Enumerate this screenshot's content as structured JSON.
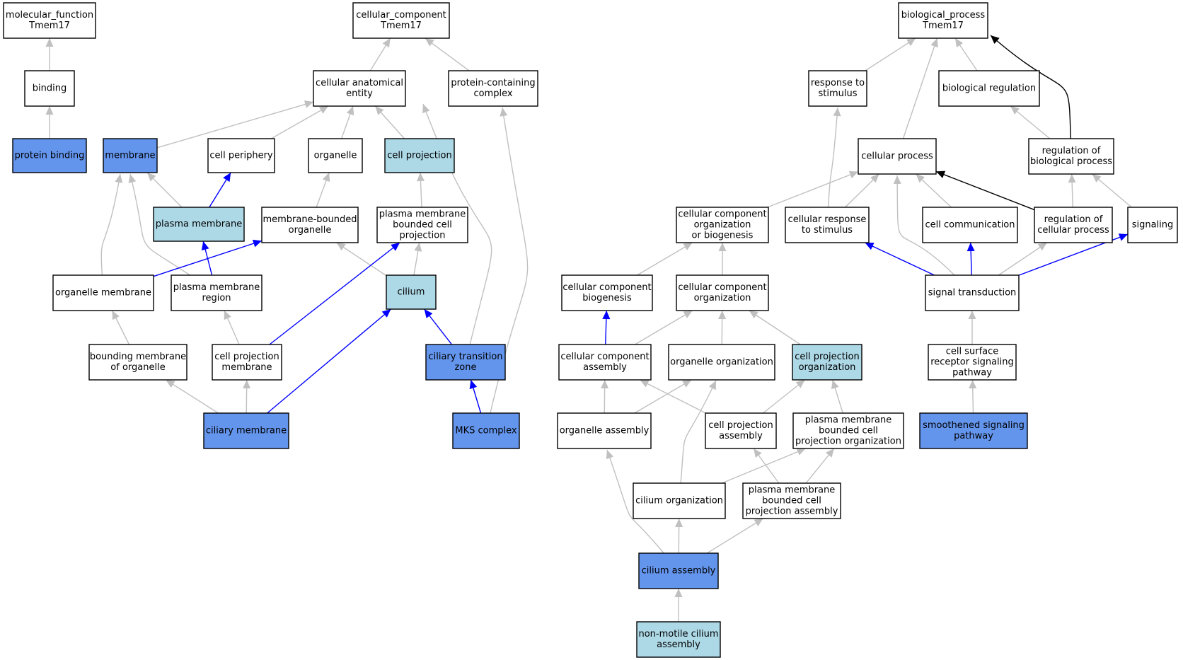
{
  "colors": {
    "plain": "#ffffff",
    "light": "#add8e6",
    "blue": "#6495ed",
    "edge_gray": "#c0c0c0",
    "edge_blue": "#0000ff",
    "edge_black": "#000000"
  },
  "nodes": [
    {
      "id": "mf",
      "lines": [
        "molecular_function",
        "Tmem17"
      ],
      "fill": "plain"
    },
    {
      "id": "binding",
      "lines": [
        "binding"
      ],
      "fill": "plain"
    },
    {
      "id": "protein_binding",
      "lines": [
        "protein binding"
      ],
      "fill": "blue"
    },
    {
      "id": "cc",
      "lines": [
        "cellular_component",
        "Tmem17"
      ],
      "fill": "plain"
    },
    {
      "id": "cae",
      "lines": [
        "cellular anatomical",
        "entity"
      ],
      "fill": "plain"
    },
    {
      "id": "pcc",
      "lines": [
        "protein-containing",
        "complex"
      ],
      "fill": "plain"
    },
    {
      "id": "membrane",
      "lines": [
        "membrane"
      ],
      "fill": "blue"
    },
    {
      "id": "cell_periphery",
      "lines": [
        "cell periphery"
      ],
      "fill": "plain"
    },
    {
      "id": "organelle",
      "lines": [
        "organelle"
      ],
      "fill": "plain"
    },
    {
      "id": "cell_projection",
      "lines": [
        "cell projection"
      ],
      "fill": "light"
    },
    {
      "id": "plasma_membrane",
      "lines": [
        "plasma membrane"
      ],
      "fill": "light"
    },
    {
      "id": "mbo",
      "lines": [
        "membrane-bounded",
        "organelle"
      ],
      "fill": "plain"
    },
    {
      "id": "pmbcp",
      "lines": [
        "plasma membrane",
        "bounded cell",
        "projection"
      ],
      "fill": "plain"
    },
    {
      "id": "organelle_membrane",
      "lines": [
        "organelle membrane"
      ],
      "fill": "plain"
    },
    {
      "id": "pm_region",
      "lines": [
        "plasma membrane",
        "region"
      ],
      "fill": "plain"
    },
    {
      "id": "cilium",
      "lines": [
        "cilium"
      ],
      "fill": "light"
    },
    {
      "id": "bounding_membrane",
      "lines": [
        "bounding membrane",
        "of organelle"
      ],
      "fill": "plain"
    },
    {
      "id": "cp_membrane",
      "lines": [
        "cell projection",
        "membrane"
      ],
      "fill": "plain"
    },
    {
      "id": "ctz",
      "lines": [
        "ciliary transition",
        "zone"
      ],
      "fill": "blue"
    },
    {
      "id": "ciliary_membrane",
      "lines": [
        "ciliary membrane"
      ],
      "fill": "blue"
    },
    {
      "id": "mks",
      "lines": [
        "MKS complex"
      ],
      "fill": "blue"
    },
    {
      "id": "bp",
      "lines": [
        "biological_process",
        "Tmem17"
      ],
      "fill": "plain"
    },
    {
      "id": "rts",
      "lines": [
        "response to",
        "stimulus"
      ],
      "fill": "plain"
    },
    {
      "id": "bio_reg",
      "lines": [
        "biological regulation"
      ],
      "fill": "plain"
    },
    {
      "id": "cellular_process",
      "lines": [
        "cellular process"
      ],
      "fill": "plain"
    },
    {
      "id": "reg_bp",
      "lines": [
        "regulation of",
        "biological process"
      ],
      "fill": "plain"
    },
    {
      "id": "ccob",
      "lines": [
        "cellular component",
        "organization",
        "or biogenesis"
      ],
      "fill": "plain"
    },
    {
      "id": "crs",
      "lines": [
        "cellular response",
        "to stimulus"
      ],
      "fill": "plain"
    },
    {
      "id": "cell_comm",
      "lines": [
        "cell communication"
      ],
      "fill": "plain"
    },
    {
      "id": "reg_cp",
      "lines": [
        "regulation of",
        "cellular process"
      ],
      "fill": "plain"
    },
    {
      "id": "signaling",
      "lines": [
        "signaling"
      ],
      "fill": "plain"
    },
    {
      "id": "ccb",
      "lines": [
        "cellular component",
        "biogenesis"
      ],
      "fill": "plain"
    },
    {
      "id": "cco",
      "lines": [
        "cellular component",
        "organization"
      ],
      "fill": "plain"
    },
    {
      "id": "sig_trans",
      "lines": [
        "signal transduction"
      ],
      "fill": "plain"
    },
    {
      "id": "cca",
      "lines": [
        "cellular component",
        "assembly"
      ],
      "fill": "plain"
    },
    {
      "id": "org_org",
      "lines": [
        "organelle organization"
      ],
      "fill": "plain"
    },
    {
      "id": "cpo",
      "lines": [
        "cell projection",
        "organization"
      ],
      "fill": "light"
    },
    {
      "id": "csrsp",
      "lines": [
        "cell surface",
        "receptor signaling",
        "pathway"
      ],
      "fill": "plain"
    },
    {
      "id": "org_asm",
      "lines": [
        "organelle assembly"
      ],
      "fill": "plain"
    },
    {
      "id": "cpa",
      "lines": [
        "cell projection",
        "assembly"
      ],
      "fill": "plain"
    },
    {
      "id": "pmbcpo",
      "lines": [
        "plasma membrane",
        "bounded cell",
        "projection organization"
      ],
      "fill": "plain"
    },
    {
      "id": "ssp",
      "lines": [
        "smoothened signaling",
        "pathway"
      ],
      "fill": "blue"
    },
    {
      "id": "cilium_org",
      "lines": [
        "cilium organization"
      ],
      "fill": "plain"
    },
    {
      "id": "pmbcpa",
      "lines": [
        "plasma membrane",
        "bounded cell",
        "projection assembly"
      ],
      "fill": "plain"
    },
    {
      "id": "cilium_asm",
      "lines": [
        "cilium assembly"
      ],
      "fill": "blue"
    },
    {
      "id": "nmca",
      "lines": [
        "non-motile cilium",
        "assembly"
      ],
      "fill": "light"
    }
  ],
  "edges": [
    {
      "from": "binding",
      "to": "mf",
      "color": "gray"
    },
    {
      "from": "protein_binding",
      "to": "binding",
      "color": "gray"
    },
    {
      "from": "cae",
      "to": "cc",
      "color": "gray"
    },
    {
      "from": "pcc",
      "to": "cc",
      "color": "gray"
    },
    {
      "from": "membrane",
      "to": "cae",
      "color": "gray"
    },
    {
      "from": "cell_periphery",
      "to": "cae",
      "color": "gray"
    },
    {
      "from": "organelle",
      "to": "cae",
      "color": "gray"
    },
    {
      "from": "cell_projection",
      "to": "cae",
      "color": "gray"
    },
    {
      "from": "ctz",
      "to": "cae",
      "color": "gray"
    },
    {
      "from": "mks",
      "to": "pcc",
      "color": "gray"
    },
    {
      "from": "plasma_membrane",
      "to": "membrane",
      "color": "gray"
    },
    {
      "from": "plasma_membrane",
      "to": "cell_periphery",
      "color": "blue"
    },
    {
      "from": "organelle_membrane",
      "to": "membrane",
      "color": "gray"
    },
    {
      "from": "pm_region",
      "to": "membrane",
      "color": "gray"
    },
    {
      "from": "mbo",
      "to": "organelle",
      "color": "gray"
    },
    {
      "from": "pmbcp",
      "to": "cell_projection",
      "color": "gray"
    },
    {
      "from": "pm_region",
      "to": "plasma_membrane",
      "color": "blue"
    },
    {
      "from": "organelle_membrane",
      "to": "mbo",
      "color": "blue"
    },
    {
      "from": "cilium",
      "to": "mbo",
      "color": "gray"
    },
    {
      "from": "cilium",
      "to": "pmbcp",
      "color": "gray"
    },
    {
      "from": "cp_membrane",
      "to": "pmbcp",
      "color": "blue"
    },
    {
      "from": "bounding_membrane",
      "to": "organelle_membrane",
      "color": "gray"
    },
    {
      "from": "cp_membrane",
      "to": "pm_region",
      "color": "gray"
    },
    {
      "from": "ctz",
      "to": "cilium",
      "color": "blue"
    },
    {
      "from": "ciliary_membrane",
      "to": "cilium",
      "color": "blue"
    },
    {
      "from": "ciliary_membrane",
      "to": "bounding_membrane",
      "color": "gray"
    },
    {
      "from": "ciliary_membrane",
      "to": "cp_membrane",
      "color": "gray"
    },
    {
      "from": "mks",
      "to": "ctz",
      "color": "blue"
    },
    {
      "from": "rts",
      "to": "bp",
      "color": "gray"
    },
    {
      "from": "bio_reg",
      "to": "bp",
      "color": "gray"
    },
    {
      "from": "cellular_process",
      "to": "bp",
      "color": "gray"
    },
    {
      "from": "reg_bp",
      "to": "bp",
      "color": "black"
    },
    {
      "from": "reg_bp",
      "to": "bio_reg",
      "color": "gray"
    },
    {
      "from": "ccob",
      "to": "cellular_process",
      "color": "gray"
    },
    {
      "from": "crs",
      "to": "cellular_process",
      "color": "gray"
    },
    {
      "from": "cell_comm",
      "to": "cellular_process",
      "color": "gray"
    },
    {
      "from": "reg_cp",
      "to": "cellular_process",
      "color": "black"
    },
    {
      "from": "sig_trans",
      "to": "cellular_process",
      "color": "gray"
    },
    {
      "from": "crs",
      "to": "rts",
      "color": "gray"
    },
    {
      "from": "reg_cp",
      "to": "reg_bp",
      "color": "gray"
    },
    {
      "from": "signaling",
      "to": "reg_bp",
      "color": "gray"
    },
    {
      "from": "ccb",
      "to": "ccob",
      "color": "gray"
    },
    {
      "from": "cco",
      "to": "ccob",
      "color": "gray"
    },
    {
      "from": "sig_trans",
      "to": "crs",
      "color": "blue"
    },
    {
      "from": "sig_trans",
      "to": "cell_comm",
      "color": "blue"
    },
    {
      "from": "sig_trans",
      "to": "signaling",
      "color": "blue"
    },
    {
      "from": "sig_trans",
      "to": "reg_cp",
      "color": "gray"
    },
    {
      "from": "cca",
      "to": "ccb",
      "color": "blue"
    },
    {
      "from": "cca",
      "to": "cco",
      "color": "gray"
    },
    {
      "from": "org_org",
      "to": "cco",
      "color": "gray"
    },
    {
      "from": "cpo",
      "to": "cco",
      "color": "gray"
    },
    {
      "from": "csrsp",
      "to": "sig_trans",
      "color": "gray"
    },
    {
      "from": "org_asm",
      "to": "cca",
      "color": "gray"
    },
    {
      "from": "cpa",
      "to": "cca",
      "color": "gray"
    },
    {
      "from": "org_asm",
      "to": "org_org",
      "color": "gray"
    },
    {
      "from": "cilium_org",
      "to": "org_org",
      "color": "gray"
    },
    {
      "from": "cpa",
      "to": "cpo",
      "color": "gray"
    },
    {
      "from": "pmbcpo",
      "to": "cpo",
      "color": "gray"
    },
    {
      "from": "ssp",
      "to": "csrsp",
      "color": "gray"
    },
    {
      "from": "cilium_asm",
      "to": "org_asm",
      "color": "gray"
    },
    {
      "from": "pmbcpa",
      "to": "cpa",
      "color": "gray"
    },
    {
      "from": "cilium_org",
      "to": "pmbcpo",
      "color": "gray"
    },
    {
      "from": "pmbcpa",
      "to": "pmbcpo",
      "color": "gray"
    },
    {
      "from": "cilium_asm",
      "to": "cilium_org",
      "color": "gray"
    },
    {
      "from": "cilium_asm",
      "to": "pmbcpa",
      "color": "gray"
    },
    {
      "from": "nmca",
      "to": "cilium_asm",
      "color": "gray"
    }
  ]
}
